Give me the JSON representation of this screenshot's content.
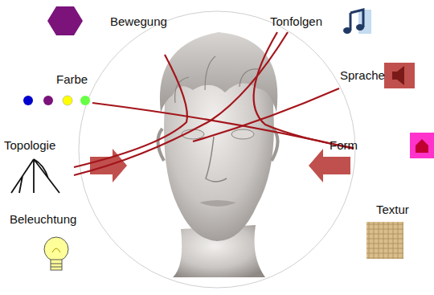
{
  "diagram": {
    "labels": [
      "Bewegung",
      "Tonfolgen",
      "Farbe",
      "Sprache",
      "Topologie",
      "Form",
      "Beleuchtung",
      "Textur"
    ]
  }
}
